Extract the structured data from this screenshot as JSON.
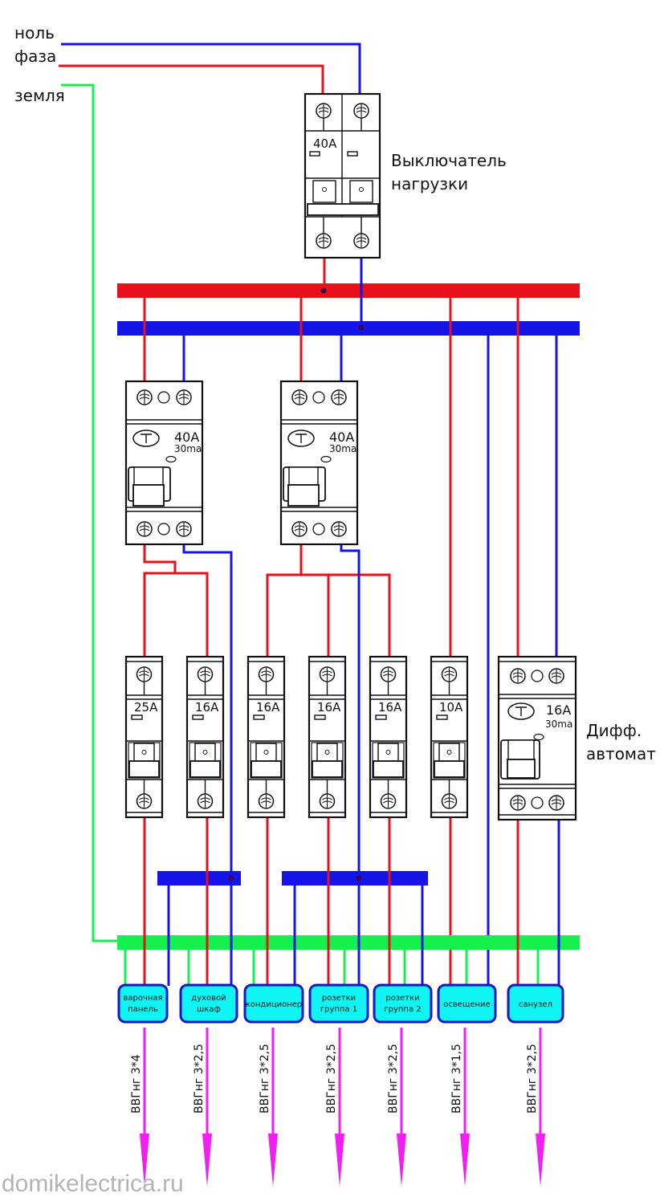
{
  "colors": {
    "phase": "#e8111b",
    "neutral": "#1414e6",
    "earth": "#16f04c",
    "arrow": "#f21ff2",
    "load_fill": "#11f4f4",
    "load_border": "#1414c8",
    "watermark": "#b4b4b4"
  },
  "inputs": {
    "neutral": "ноль",
    "phase": "фаза",
    "earth": "земля"
  },
  "main_switch": {
    "rating": "40A",
    "caption_line1": "Выключатель",
    "caption_line2": "нагрузки"
  },
  "rcds": [
    {
      "rating": "40A",
      "leakage": "30ma",
      "logo": "T"
    },
    {
      "rating": "40A",
      "leakage": "30ma",
      "logo": "T"
    }
  ],
  "breakers": [
    {
      "rating": "25A"
    },
    {
      "rating": "16A"
    },
    {
      "rating": "16A"
    },
    {
      "rating": "16A"
    },
    {
      "rating": "16A"
    },
    {
      "rating": "10A"
    }
  ],
  "rcbo": {
    "rating": "16A",
    "leakage": "30ma",
    "logo": "T",
    "caption_line1": "Дифф.",
    "caption_line2": "автомат"
  },
  "loads": [
    {
      "line1": "варочная",
      "line2": "панель",
      "cable": "ВВГнг 3*4"
    },
    {
      "line1": "духовой",
      "line2": "шкаф",
      "cable": "ВВГнг 3*2,5"
    },
    {
      "line1": "кондиционер",
      "line2": "",
      "cable": "ВВГнг 3*2,5"
    },
    {
      "line1": "розетки",
      "line2": "группа 1",
      "cable": "ВВГнг 3*2,5"
    },
    {
      "line1": "розетки",
      "line2": "группа 2",
      "cable": "ВВГнг 3*2,5"
    },
    {
      "line1": "освещение",
      "line2": "",
      "cable": "ВВГнг 3*1,5"
    },
    {
      "line1": "санузел",
      "line2": "",
      "cable": "ВВГнг 3*2,5"
    }
  ],
  "watermark": "domikelectrica.ru"
}
